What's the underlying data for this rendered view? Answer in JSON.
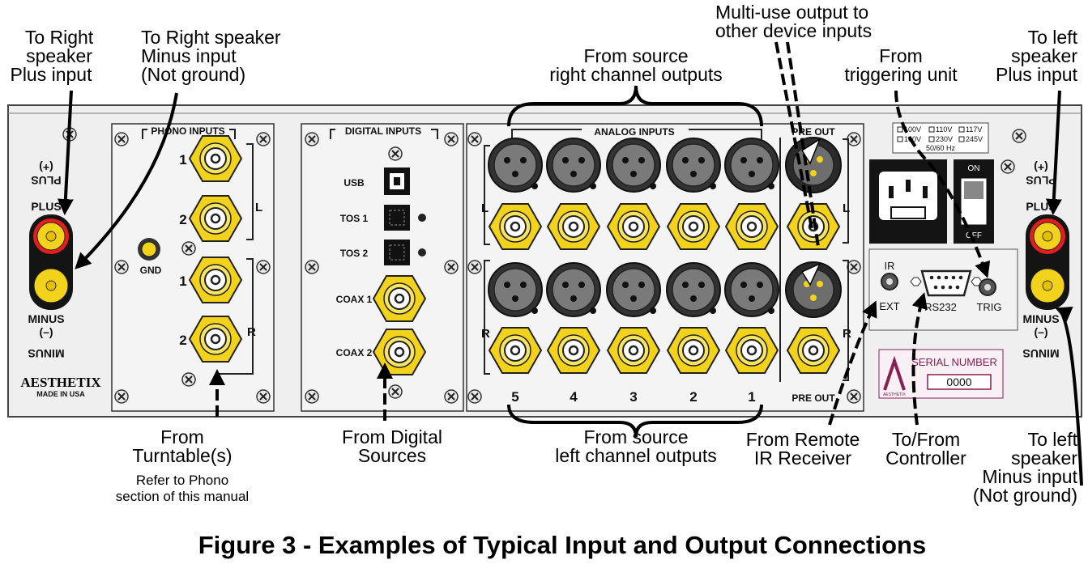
{
  "figure_title": "Figure 3 - Examples of Typical Input and Output Connections",
  "callouts": {
    "right_plus": [
      "To Right",
      "speaker",
      "Plus input"
    ],
    "right_minus": [
      "To Right speaker",
      "Minus input",
      "(Not ground)"
    ],
    "source_right": [
      "From source",
      "right channel outputs"
    ],
    "multi_use": [
      "Multi-use output to",
      "other device inputs"
    ],
    "trigger": [
      "From",
      "triggering unit"
    ],
    "left_plus": [
      "To left",
      "speaker",
      "Plus input"
    ],
    "turntable": [
      "From",
      "Turntable(s)"
    ],
    "phono_ref": [
      "Refer to Phono",
      "section of this manual"
    ],
    "digital_src": [
      "From Digital",
      "Sources"
    ],
    "source_left": [
      "From source",
      "left channel outputs"
    ],
    "remote_ir": [
      "From Remote",
      "IR Receiver"
    ],
    "controller": [
      "To/From",
      "Controller"
    ],
    "left_minus": [
      "To left",
      "speaker",
      "Minus input",
      "(Not ground)"
    ]
  },
  "panel": {
    "brand": "AESTHETIX",
    "made_in": "MADE IN USA",
    "plus_label": "PLUS",
    "plus_sign": "(+)",
    "minus_label": "MINUS",
    "minus_sign": "(–)",
    "phono": {
      "header": "PHONO INPUTS",
      "nums": [
        "1",
        "2",
        "1",
        "2"
      ],
      "ch_left": "L",
      "ch_right": "R",
      "gnd": "GND"
    },
    "digital": {
      "header": "DIGITAL INPUTS",
      "usb": "USB",
      "tos1": "TOS 1",
      "tos2": "TOS 2",
      "coax1": "COAX 1",
      "coax2": "COAX 2"
    },
    "analog": {
      "header": "ANALOG INPUTS",
      "ch_left": "L",
      "ch_right": "R",
      "nums": [
        "5",
        "4",
        "3",
        "2",
        "1"
      ]
    },
    "pre_out": {
      "top": "PRE OUT",
      "bottom": "PRE OUT",
      "ch_left": "L",
      "ch_right": "R"
    },
    "voltage": [
      "100V",
      "110V",
      "117V",
      "100V",
      "230V",
      "245V"
    ],
    "voltage_freq": "50/60 Hz",
    "switch_on": "ON",
    "switch_off": "OFF",
    "ir": "IR",
    "ext": "EXT",
    "rs232": "RS232",
    "trig": "TRIG",
    "serial_label": "SERIAL NUMBER",
    "serial_value": "0000",
    "serial_logo_text": "AESTHETIX"
  },
  "colors": {
    "panel": "#f2f2f2",
    "frame": "#555555",
    "gold": "#f2d21a",
    "red": "#e51d1d",
    "black": "#141414",
    "serial": "#8a1f52"
  }
}
